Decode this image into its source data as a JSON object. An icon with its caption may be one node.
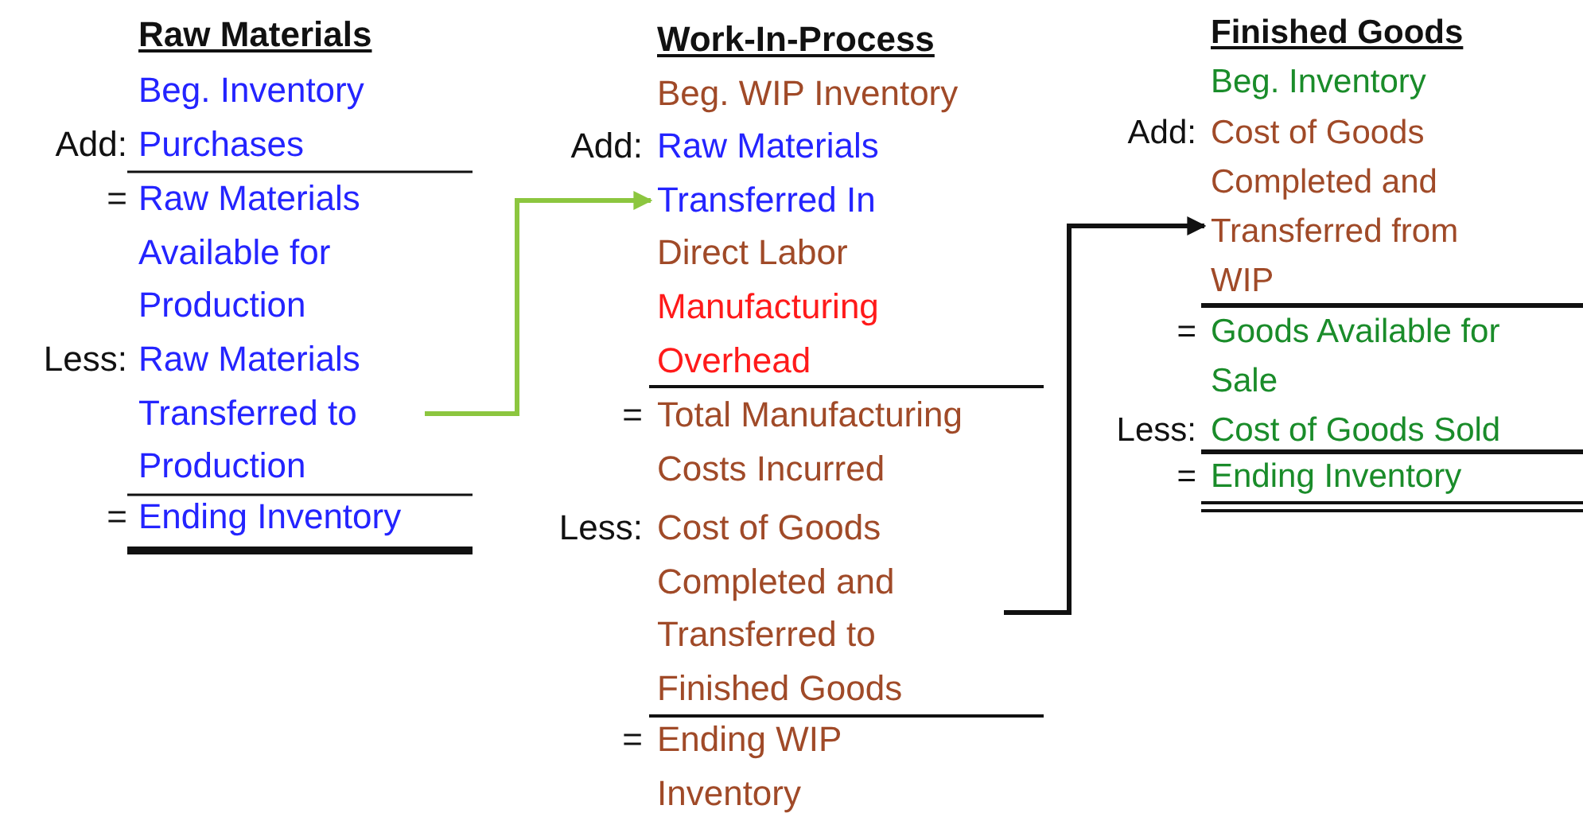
{
  "diagram": {
    "nodes": [
      {
        "text": [
          "Raw Materials Transferred to Production"
        ]
      },
      {
        "text": [
          "Raw Materials Transferred In"
        ]
      },
      {
        "text": [
          "Cost of Goods Completed and Transferred to Finished Goods"
        ]
      },
      {
        "text": [
          "Cost of Goods Completed and Transferred from WIP"
        ]
      }
    ],
    "edges": [
      {
        "from": 0,
        "to": 1,
        "arrow": "to",
        "color": "#8cc63f"
      },
      {
        "from": 2,
        "to": 3,
        "arrow": "to",
        "color": "#111111"
      }
    ],
    "labels": [
      "Raw Materials",
      "Beg. Inventory",
      "Add:",
      "Purchases",
      "=",
      "Raw Materials Available for Production",
      "Less:",
      "=",
      "Ending Inventory",
      "Work-In-Process",
      "Beg. WIP Inventory",
      "Add:",
      "Direct Labor",
      "Manufacturing Overhead",
      "=",
      "Total Manufacturing Costs Incurred",
      "Less:",
      "=",
      "Ending WIP Inventory",
      "Finished Goods",
      "Beg. Inventory",
      "Add:",
      "=",
      "Goods Available for Sale",
      "Less:",
      "Cost of Goods Sold",
      "=",
      "Ending Inventory"
    ]
  }
}
